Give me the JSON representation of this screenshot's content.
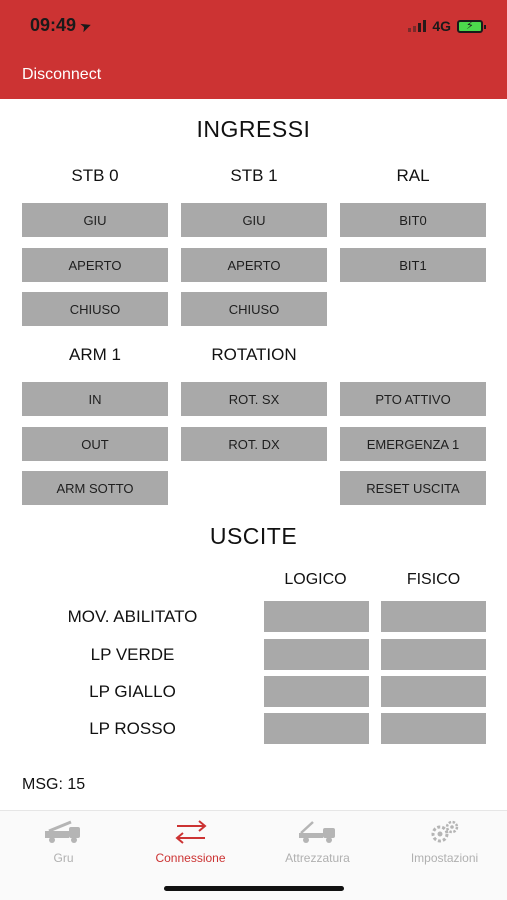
{
  "status": {
    "time": "09:49",
    "network": "4G"
  },
  "header": {
    "disconnect_label": "Disconnect"
  },
  "ingressi": {
    "title": "INGRESSI",
    "group1": {
      "headers": [
        "STB 0",
        "STB 1",
        "RAL"
      ]
    },
    "stb0": [
      "GIU",
      "APERTO",
      "CHIUSO"
    ],
    "stb1": [
      "GIU",
      "APERTO",
      "CHIUSO"
    ],
    "ral": [
      "BIT0",
      "BIT1"
    ],
    "group2": {
      "headers": [
        "ARM 1",
        "ROTATION"
      ]
    },
    "arm1": [
      "IN",
      "OUT",
      "ARM SOTTO"
    ],
    "rotation": [
      "ROT. SX",
      "ROT. DX"
    ],
    "misc": [
      "PTO ATTIVO",
      "EMERGENZA 1",
      "RESET USCITA"
    ]
  },
  "uscite": {
    "title": "USCITE",
    "col_logico": "LOGICO",
    "col_fisico": "FISICO",
    "rows": [
      "MOV. ABILITATO",
      "LP VERDE",
      "LP GIALLO",
      "LP ROSSO"
    ]
  },
  "msg": "MSG: 15",
  "tabs": [
    {
      "label": "Gru",
      "icon": "crane-truck-icon",
      "active": false
    },
    {
      "label": "Connessione",
      "icon": "swap-arrows-icon",
      "active": true
    },
    {
      "label": "Attrezzatura",
      "icon": "tow-truck-icon",
      "active": false
    },
    {
      "label": "Impostazioni",
      "icon": "gears-icon",
      "active": false
    }
  ],
  "colors": {
    "accent": "#cc3333",
    "button_gray": "#a9a9a9",
    "inactive_tab": "#b0b0b0"
  }
}
